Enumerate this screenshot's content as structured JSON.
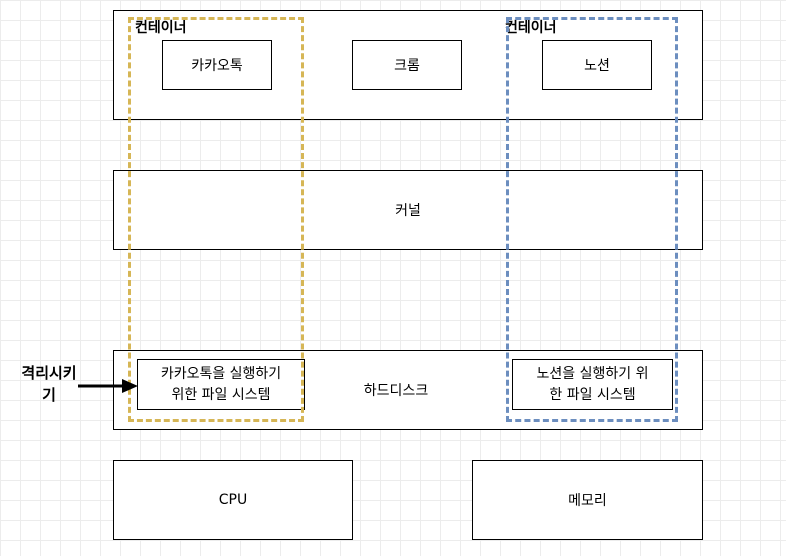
{
  "colors": {
    "container_left": "#d6b656",
    "container_right": "#6c8ebf",
    "grid": "#ececec"
  },
  "apps_layer": {
    "container_left_label": "컨테이너",
    "container_right_label": "컨테이너",
    "apps": [
      "카카오톡",
      "크롬",
      "노션"
    ]
  },
  "kernel": {
    "label": "커널"
  },
  "disk": {
    "label": "하드디스크",
    "fs_kakao": [
      "카카오톡을 실행하기",
      "위한 파일 시스템"
    ],
    "fs_notion": [
      "노션을 실행하기 위",
      "한 파일 시스템"
    ]
  },
  "isolation": {
    "lines": [
      "격리시키",
      "기"
    ]
  },
  "hardware": {
    "cpu": "CPU",
    "memory": "메모리"
  }
}
